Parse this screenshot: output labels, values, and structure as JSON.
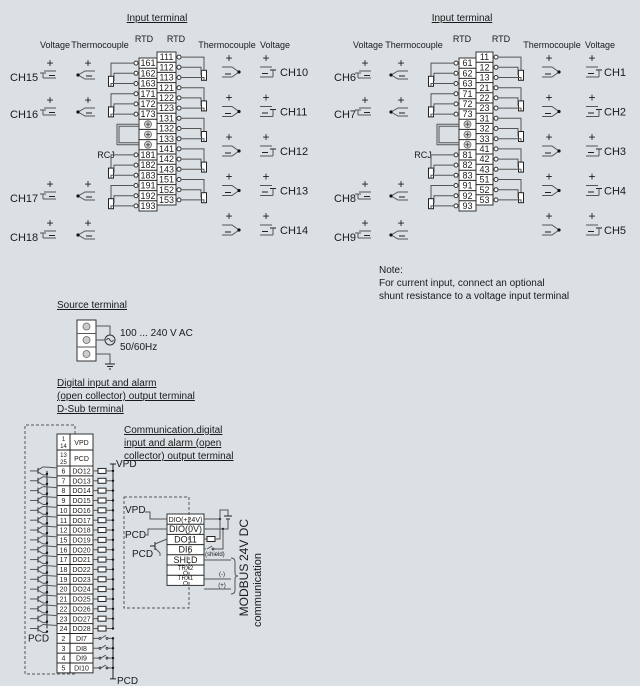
{
  "left_block": {
    "title": "Input terminal",
    "left_labels": {
      "voltage": "Voltage",
      "thermocouple": "Thermocouple",
      "rtd": "RTD"
    },
    "right_labels": {
      "rtd": "RTD",
      "thermocouple": "Thermocouple",
      "voltage": "Voltage"
    },
    "left_terminals": [
      "161",
      "162",
      "163",
      "171",
      "172",
      "173",
      "",
      "",
      "",
      "181",
      "182",
      "183",
      "191",
      "192",
      "193"
    ],
    "right_terminals": [
      "111",
      "112",
      "113",
      "121",
      "122",
      "123",
      "131",
      "132",
      "133",
      "141",
      "142",
      "143",
      "151",
      "152",
      "153"
    ],
    "left_channels": [
      {
        "name": "CH15",
        "slot": 0
      },
      {
        "name": "CH16",
        "slot": 1
      },
      {
        "name": "CH17",
        "slot": 3
      },
      {
        "name": "CH18",
        "slot": 4
      }
    ],
    "right_channels": [
      "CH10",
      "CH11",
      "CH12",
      "CH13",
      "CH14"
    ],
    "rcj": "RCJ"
  },
  "right_block": {
    "title": "Input terminal",
    "left_labels": {
      "voltage": "Voltage",
      "thermocouple": "Thermocouple",
      "rtd": "RTD"
    },
    "right_labels": {
      "rtd": "RTD",
      "thermocouple": "Thermocouple",
      "voltage": "Voltage"
    },
    "left_terminals": [
      "61",
      "62",
      "63",
      "71",
      "72",
      "73",
      "",
      "",
      "",
      "81",
      "82",
      "83",
      "91",
      "92",
      "93"
    ],
    "right_terminals": [
      "11",
      "12",
      "13",
      "21",
      "22",
      "23",
      "31",
      "32",
      "33",
      "41",
      "42",
      "43",
      "51",
      "52",
      "53"
    ],
    "left_channels": [
      {
        "name": "CH6",
        "slot": 0
      },
      {
        "name": "CH7",
        "slot": 1
      },
      {
        "name": "CH8",
        "slot": 3
      },
      {
        "name": "CH9",
        "slot": 4
      }
    ],
    "right_channels": [
      "CH1",
      "CH2",
      "CH3",
      "CH4",
      "CH5"
    ],
    "rcj": "RCJ"
  },
  "note": {
    "title": "Note:",
    "line1": "For current input, connect an optional",
    "line2": "shunt resistance to a voltage input terminal"
  },
  "source": {
    "title": "Source terminal",
    "voltage": "100 ... 240 V AC",
    "frequency": "50/60Hz"
  },
  "dsub": {
    "title_line1": "Digital input and alarm",
    "title_line2": "(open collector) output terminal",
    "title_line3": "D-Sub terminal",
    "header_rows": [
      {
        "pins": [
          "1",
          "14"
        ],
        "label": "VPD"
      },
      {
        "pins": [
          "13",
          "25"
        ],
        "label": "PCD"
      }
    ],
    "rows": [
      {
        "pin": "6",
        "label": "DO12"
      },
      {
        "pin": "7",
        "label": "DO13"
      },
      {
        "pin": "8",
        "label": "DO14"
      },
      {
        "pin": "9",
        "label": "DO15"
      },
      {
        "pin": "10",
        "label": "DO16"
      },
      {
        "pin": "11",
        "label": "DO17"
      },
      {
        "pin": "12",
        "label": "DO18"
      },
      {
        "pin": "15",
        "label": "DO19"
      },
      {
        "pin": "16",
        "label": "DO20"
      },
      {
        "pin": "17",
        "label": "DO21"
      },
      {
        "pin": "18",
        "label": "DO22"
      },
      {
        "pin": "19",
        "label": "DO23"
      },
      {
        "pin": "20",
        "label": "DO24"
      },
      {
        "pin": "21",
        "label": "DO25"
      },
      {
        "pin": "22",
        "label": "DO26"
      },
      {
        "pin": "23",
        "label": "DO27"
      },
      {
        "pin": "24",
        "label": "DO28"
      },
      {
        "pin": "2",
        "label": "DI7"
      },
      {
        "pin": "3",
        "label": "DI8"
      },
      {
        "pin": "4",
        "label": "DI9"
      },
      {
        "pin": "5",
        "label": "DI10"
      }
    ],
    "vpd": "VPD",
    "pcd_left": "PCD",
    "pcd_bottom": "PCD"
  },
  "comm": {
    "title_line1": "Communication,digital",
    "title_line2": "input and alarm (open",
    "title_line3": "collector) output terminal",
    "rows": [
      "DIO(+24V)",
      "DIO(0V)",
      "DO11",
      "DI6",
      "SHLD",
      "TRX2",
      "TRX1"
    ],
    "vpd": "VPD",
    "pcd1": "PCD",
    "pcd2": "PCD",
    "supply": "24V DC",
    "shield": "(shield)",
    "minus": "(-)",
    "plus": "(+)",
    "modbus_line1": "MODBUS",
    "modbus_line2": "communication"
  }
}
